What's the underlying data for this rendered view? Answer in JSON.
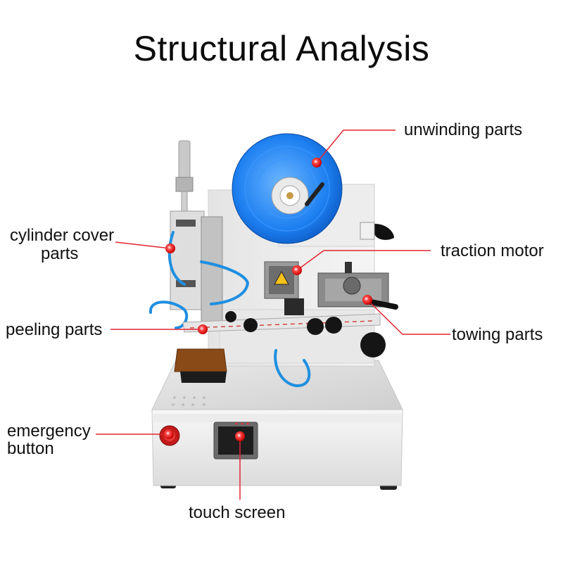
{
  "title": "Structural Analysis",
  "colors": {
    "leader_line": "#e0252f",
    "reel_blue": "#1d7ff0",
    "frame_white": "#f1f1f1",
    "label_text": "#111111"
  },
  "labels": {
    "unwinding": "unwinding parts",
    "cylinder_line1": "cylinder cover",
    "cylinder_line2": "parts",
    "traction": "traction motor",
    "peeling": "peeling parts",
    "towing": "towing parts",
    "emergency_line1": "emergency",
    "emergency_line2": "button",
    "touch": "touch screen"
  }
}
